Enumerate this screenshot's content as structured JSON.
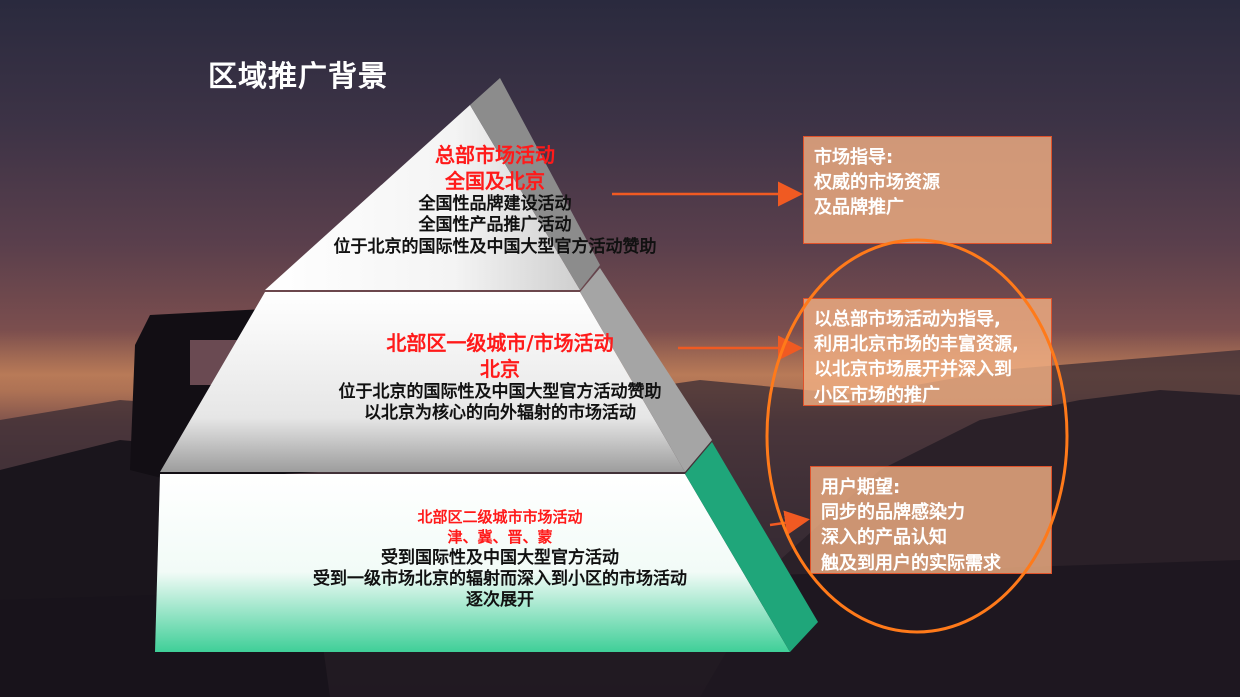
{
  "title": "区域推广背景",
  "pyramid": {
    "top": {
      "headline": "总部市场活动",
      "scope": "全国及北京",
      "lines": [
        "全国性品牌建设活动",
        "全国性产品推广活动",
        "位于北京的国际性及中国大型官方活动赞助"
      ]
    },
    "middle": {
      "headline": "北部区一级城市/市场活动",
      "scope": "北京",
      "lines": [
        "位于北京的国际性及中国大型官方活动赞助",
        "以北京为核心的向外辐射的市场活动"
      ]
    },
    "bottom": {
      "headline": "北部区二级城市市场活动",
      "scope": "津、冀、晋、蒙",
      "lines": [
        "受到国际性及中国大型官方活动",
        "受到一级市场北京的辐射而深入到小区的市场活动",
        "逐次展开"
      ]
    }
  },
  "notes": [
    {
      "lines": [
        "市场指导:",
        "权威的市场资源",
        "及品牌推广"
      ]
    },
    {
      "lines": [
        "以总部市场活动为指导,",
        "利用北京市场的丰富资源,",
        "以北京市场展开并深入到",
        "小区市场的推广"
      ]
    },
    {
      "lines": [
        "用户期望:",
        "同步的品牌感染力",
        "深入的产品认知",
        "触及到用户的实际需求"
      ]
    }
  ],
  "colors": {
    "highlight_text": "#ff1a1a",
    "arrow": "#f05a22",
    "ellipse": "#ff7a1a",
    "note_fill": "#f0af82",
    "green_face": "#1fa67a"
  }
}
